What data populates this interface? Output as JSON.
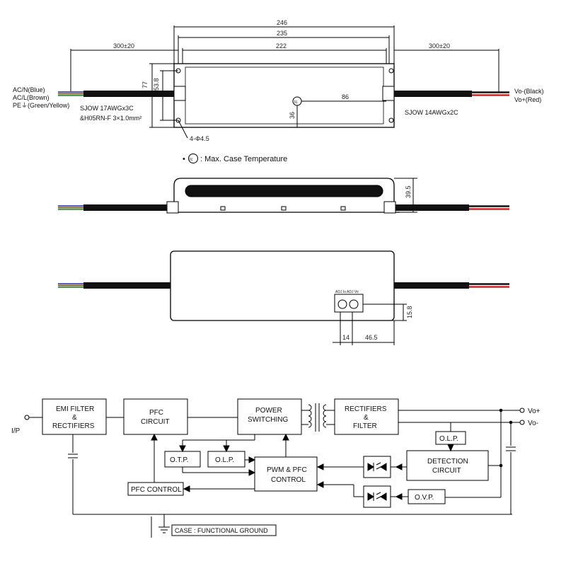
{
  "top_view": {
    "dims": {
      "overall": "246",
      "body": "235",
      "mount": "222",
      "left_cable": "300±20",
      "right_cable": "300±20",
      "height_outer": "77",
      "height_inner": "53.8",
      "tc_x": "86",
      "tc_y": "36",
      "holes": "4-Φ4.5"
    },
    "left_wires": {
      "line1": "AC/N(Blue)",
      "line2": "AC/L(Brown)",
      "line3": "PE⏚(Green/Yellow)"
    },
    "left_cable": {
      "line1": "SJOW 17AWGx3C",
      "line2": "&H05RN-F 3×1.0mm²"
    },
    "right_cable": "SJOW 14AWGx2C",
    "right_wires": {
      "line1": "Vo-(Black)",
      "line2": "Vo+(Red)"
    },
    "tc_symbol": "tc",
    "tc_note": ": Max. Case Temperature"
  },
  "side_view": {
    "height": "39.5"
  },
  "bottom_view": {
    "pot1": "ADJ Io",
    "pot2": "ADJ Vo",
    "dim_h": "15.8",
    "dim_a": "14",
    "dim_b": "46.5"
  },
  "block_diagram": {
    "ip": "I/P",
    "emi_1": "EMI FILTER",
    "emi_2": "&",
    "emi_3": "RECTIFIERS",
    "pfc_1": "PFC",
    "pfc_2": "CIRCUIT",
    "psw_1": "POWER",
    "psw_2": "SWITCHING",
    "rect_1": "RECTIFIERS",
    "rect_2": "&",
    "rect_3": "FILTER",
    "otp": "O.T.P.",
    "olp1": "O.L.P.",
    "olp2": "O.L.P.",
    "pwm_1": "PWM & PFC",
    "pwm_2": "CONTROL",
    "det_1": "DETECTION",
    "det_2": "CIRCUIT",
    "ovp": "O.V.P.",
    "pfc_ctrl": "PFC CONTROL",
    "vo_plus": "Vo+",
    "vo_minus": "Vo-",
    "ground": "CASE : FUNCTIONAL GROUND"
  }
}
